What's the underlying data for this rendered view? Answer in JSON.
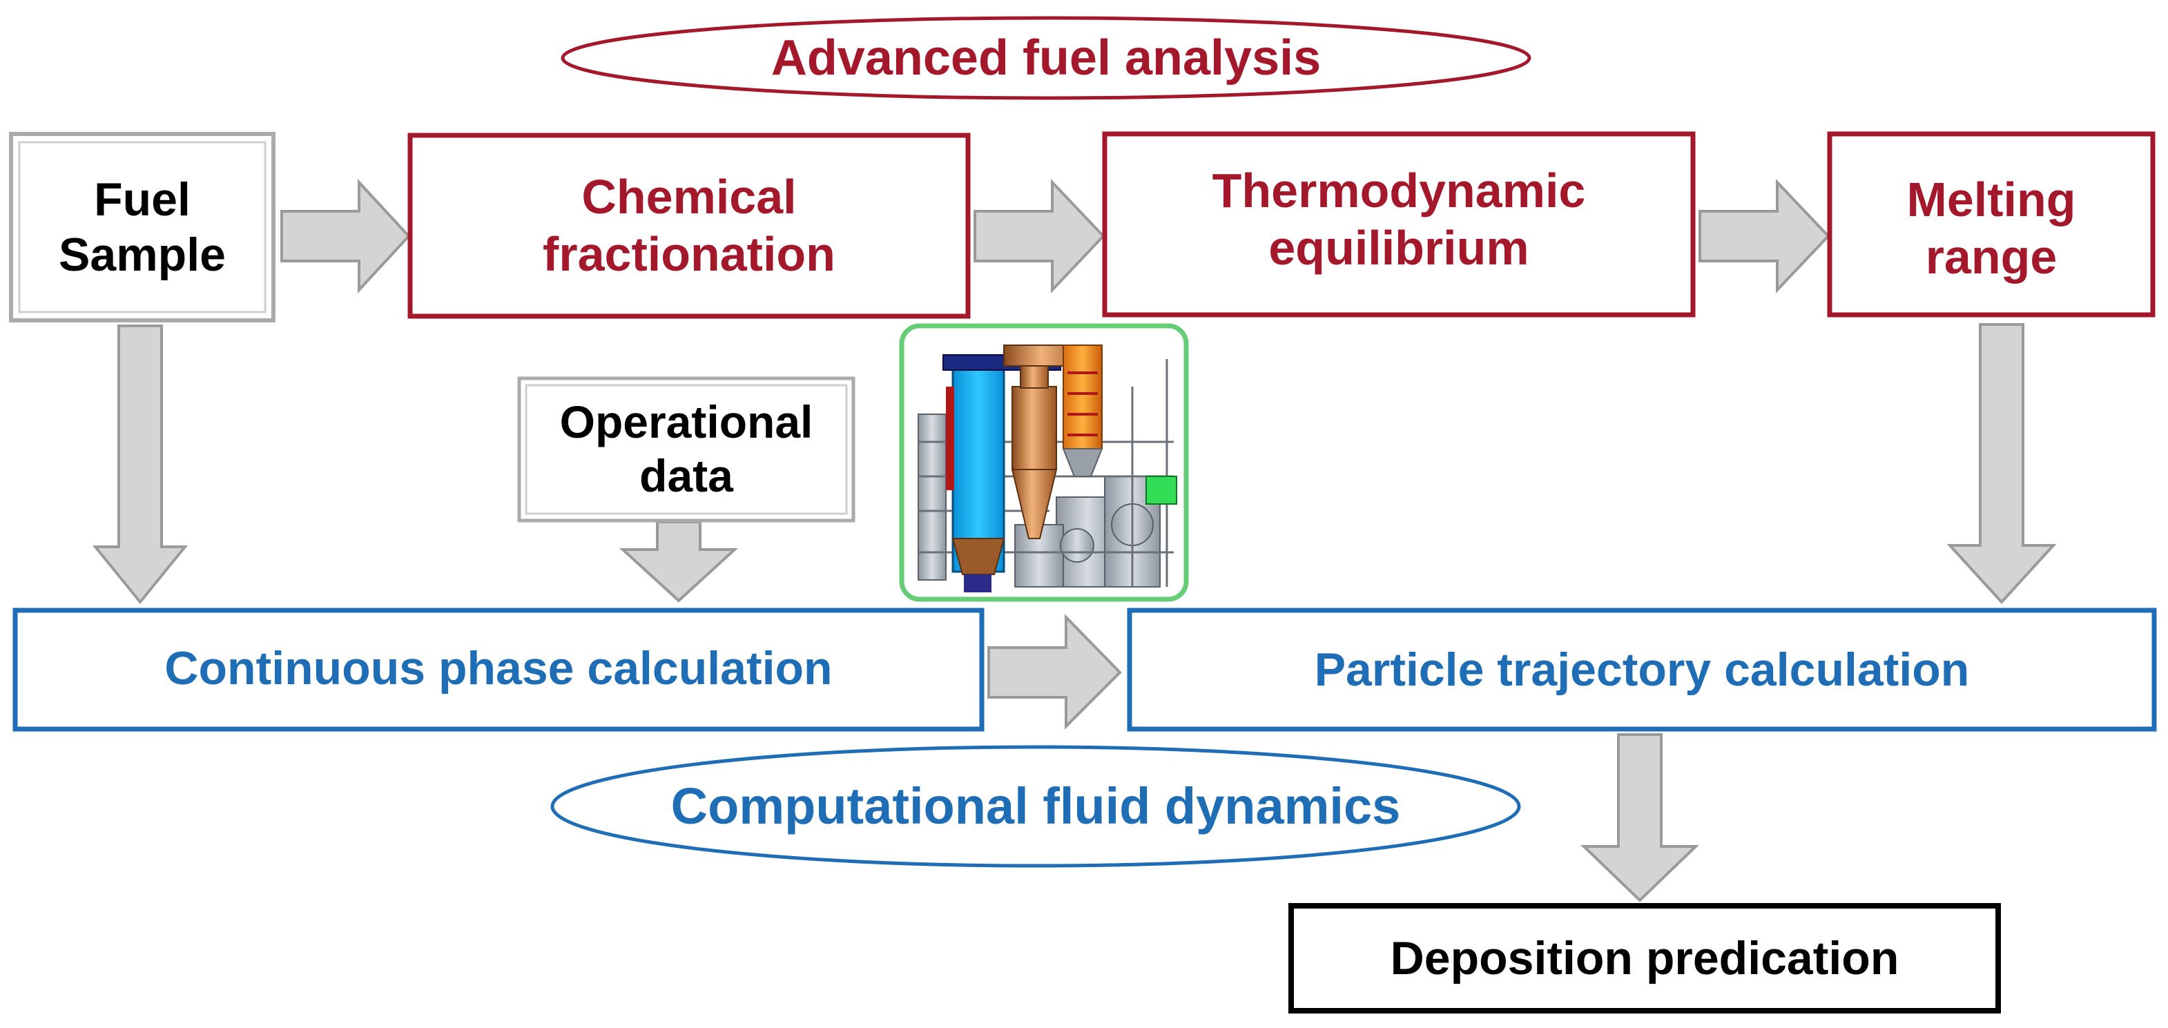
{
  "colors": {
    "red_accent": "#a3182b",
    "blue_accent": "#1f6db5",
    "black": "#000000",
    "arrow_fill": "#d4d4d4",
    "arrow_stroke": "#9a9a9a",
    "image_frame": "#66cc77"
  },
  "groups": {
    "fuel_analysis": "Advanced fuel analysis",
    "cfd": "Computational fluid dynamics"
  },
  "nodes": {
    "fuel_sample": {
      "line1": "Fuel",
      "line2": "Sample"
    },
    "chemical_fractionation": {
      "line1": "Chemical",
      "line2": "fractionation"
    },
    "thermodynamic_equilibrium": {
      "line1": "Thermodynamic",
      "line2": "equilibrium"
    },
    "melting_range": {
      "line1": "Melting",
      "line2": "range"
    },
    "operational_data": {
      "line1": "Operational",
      "line2": "data"
    },
    "continuous_phase": "Continuous phase calculation",
    "particle_trajectory": "Particle trajectory calculation",
    "deposition": "Deposition predication"
  },
  "icons": {
    "boiler": "boiler-plant-icon"
  }
}
